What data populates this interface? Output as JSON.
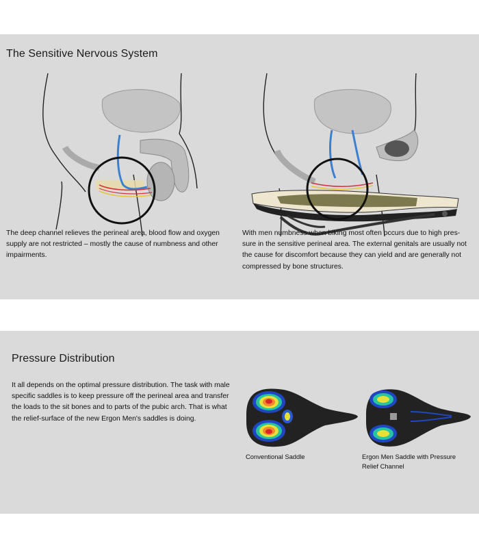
{
  "section_nervous": {
    "title": "The Sensitive Nervous System",
    "left_text": "The deep channel relieves the perineal area, blood flow and oxygen supply are not restricted – mostly the cause of numbness and other impairments.",
    "right_text": "With men numbness when biking most often occurs due to high pres-sure in the sensitive perineal area. The external genitals are usually not the cause for discomfort because they can yield and are generally not compressed by bone structures."
  },
  "section_pressure": {
    "title": "Pressure Distribution",
    "body_text": "It all depends on the optimal pressure distribution. The task with male specific saddles is to keep pressure off the perineal area and transfer the loads to the sit bones and to parts of the pubic arch. That is what the relief-surface of the new Ergon Men's saddles is doing.",
    "caption_conventional": "Conventional Saddle",
    "caption_ergon_line1": "Ergon Men Saddle with Pressure",
    "caption_ergon_line2": "Relief Channel"
  },
  "colors": {
    "panel_bg": "#dadada",
    "page_bg": "#ffffff",
    "anatomy_gray": "#b9b9b9",
    "nerve_blue": "#3a7fd0",
    "artery_red": "#d8303a",
    "nerve_yellow": "#e8c53a",
    "saddle_olive": "#6e6d3e",
    "saddle_cream": "#efe6cf",
    "saddle_black": "#222222"
  }
}
